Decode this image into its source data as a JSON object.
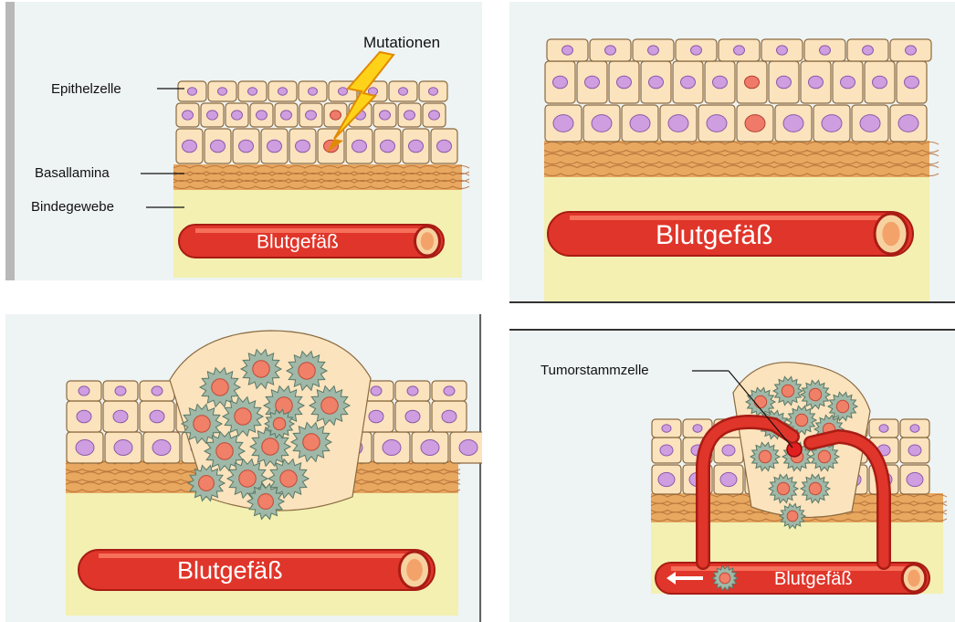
{
  "figure": {
    "labels": {
      "mutations": "Mutationen",
      "epithelial_cell": "Epithelzelle",
      "basal_lamina": "Basallamina",
      "connective_tissue": "Bindegewebe",
      "tumor_stem_cell": "Tumorstammzelle"
    },
    "vessel_label": "Blutgefäß",
    "colors": {
      "cell_fill": "#fbe3bd",
      "cell_stroke": "#8a6a40",
      "nucleus": "#cf9ee0",
      "nucleus_stroke": "#8e5aa8",
      "mutant_nucleus": "#f07a6a",
      "lamina": "#e8a860",
      "fibers": "#b06a34",
      "connective": "#f3f0b2",
      "panel_bg": "#eef3f3",
      "vessel": "#e0352a",
      "vessel_dark": "#a81c14",
      "tumor_cell": "#9fb8a8",
      "tumor_nucleus": "#f08068",
      "lightning": "#ffd21a"
    }
  }
}
